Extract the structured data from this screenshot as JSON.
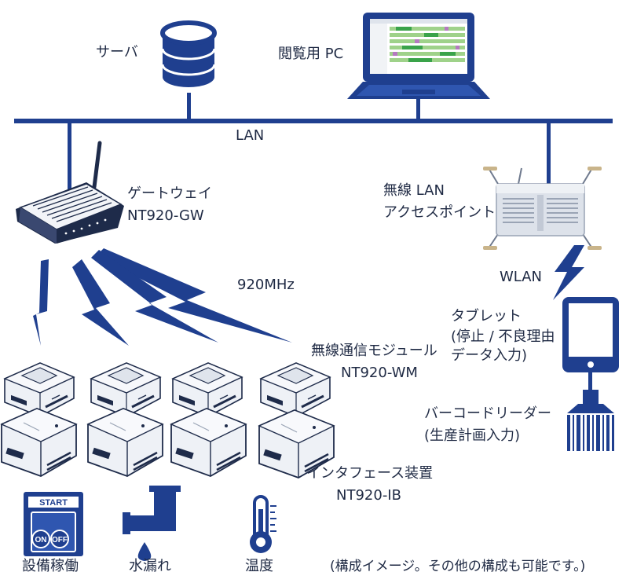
{
  "nodes": {
    "server": {
      "label": "サーバ"
    },
    "viewer_pc": {
      "label": "閲覧用 PC"
    },
    "lan": {
      "label": "LAN"
    },
    "gateway": {
      "line1": "ゲートウェイ",
      "line2": "NT920-GW"
    },
    "access_point": {
      "line1": "無線 LAN",
      "line2": "アクセスポイント"
    },
    "radio": {
      "label": "920MHz"
    },
    "wlan": {
      "label": "WLAN"
    },
    "tablet": {
      "line1": "タブレット",
      "line2": "(停止 / 不良理由",
      "line3": "データ入力)"
    },
    "wireless_module": {
      "line1": "無線通信モジュール",
      "line2": "NT920-WM"
    },
    "barcode_reader": {
      "line1": "バーコードリーダー",
      "line2": "(生産計画入力)"
    },
    "interface_unit": {
      "line1": "インタフェース装置",
      "line2": "NT920-IB"
    }
  },
  "sensors": {
    "equipment": {
      "label": "設備稼働",
      "start": "START",
      "on": "ON",
      "off": "OFF"
    },
    "leak": {
      "label": "水漏れ"
    },
    "temperature": {
      "label": "温度"
    }
  },
  "footnote": "(構成イメージ。その他の構成も可能です。)",
  "colors": {
    "primary": "#1f3f8f",
    "device_light": "#f2f4f8",
    "device_mid": "#c9d0dc",
    "device_dark": "#1e2b4a"
  }
}
